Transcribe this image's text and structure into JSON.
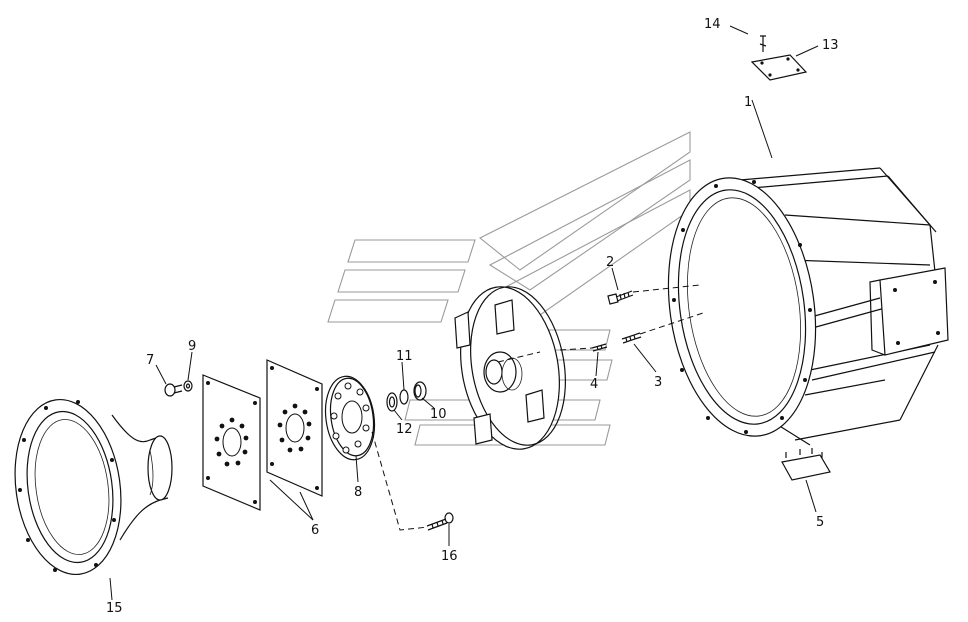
{
  "callouts": {
    "c1": "1",
    "c2": "2",
    "c3": "3",
    "c4": "4",
    "c5": "5",
    "c6": "6",
    "c7": "7",
    "c8": "8",
    "c9": "9",
    "c10": "10",
    "c11": "11",
    "c12": "12",
    "c13": "13",
    "c14": "14",
    "c15": "15",
    "c16": "16"
  },
  "colors": {
    "line": "#111111",
    "watermark": "#9a9a9a",
    "background": "#ffffff"
  }
}
